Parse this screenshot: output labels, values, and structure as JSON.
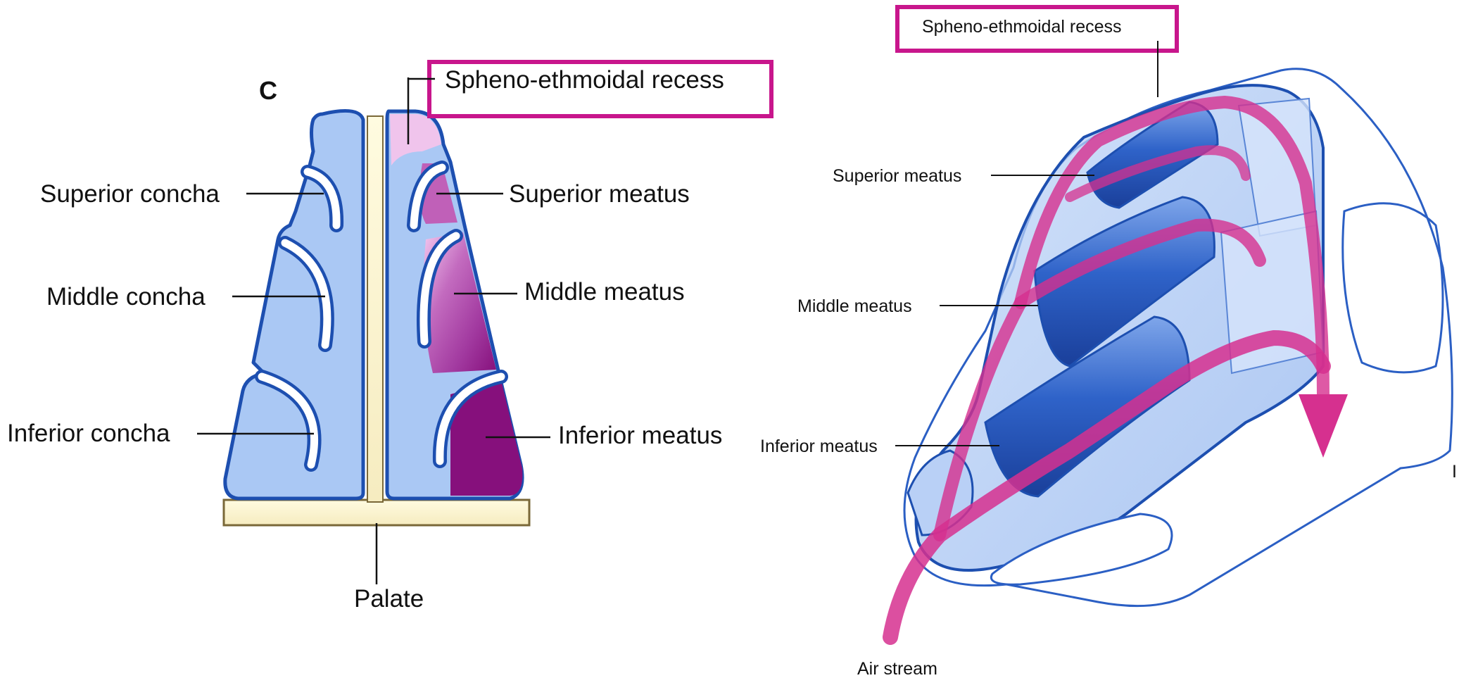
{
  "left_panel": {
    "panel_letter": "C",
    "highlight_label": "Spheno-ethmoidal recess",
    "labels": {
      "superior_concha": "Superior concha",
      "middle_concha": "Middle concha",
      "inferior_concha": "Inferior concha",
      "superior_meatus": "Superior meatus",
      "middle_meatus": "Middle meatus",
      "inferior_meatus": "Inferior meatus",
      "palate": "Palate"
    }
  },
  "right_panel": {
    "highlight_label": "Spheno-ethmoidal recess",
    "labels": {
      "superior_meatus": "Superior meatus",
      "middle_meatus": "Middle meatus",
      "inferior_meatus": "Inferior meatus",
      "air_stream": "Air stream"
    },
    "edge_mark": "I"
  },
  "colors": {
    "highlight_box": "#c8168c",
    "mucosa_blue": "#aac8f4",
    "outline_blue": "#1d4fb0",
    "septum_cream": "#fbf4c8",
    "meatus_light": "#f0c4ec",
    "meatus_mid": "#c060b8",
    "meatus_dark": "#8c1080",
    "airflow_pink": "#d6308f"
  }
}
